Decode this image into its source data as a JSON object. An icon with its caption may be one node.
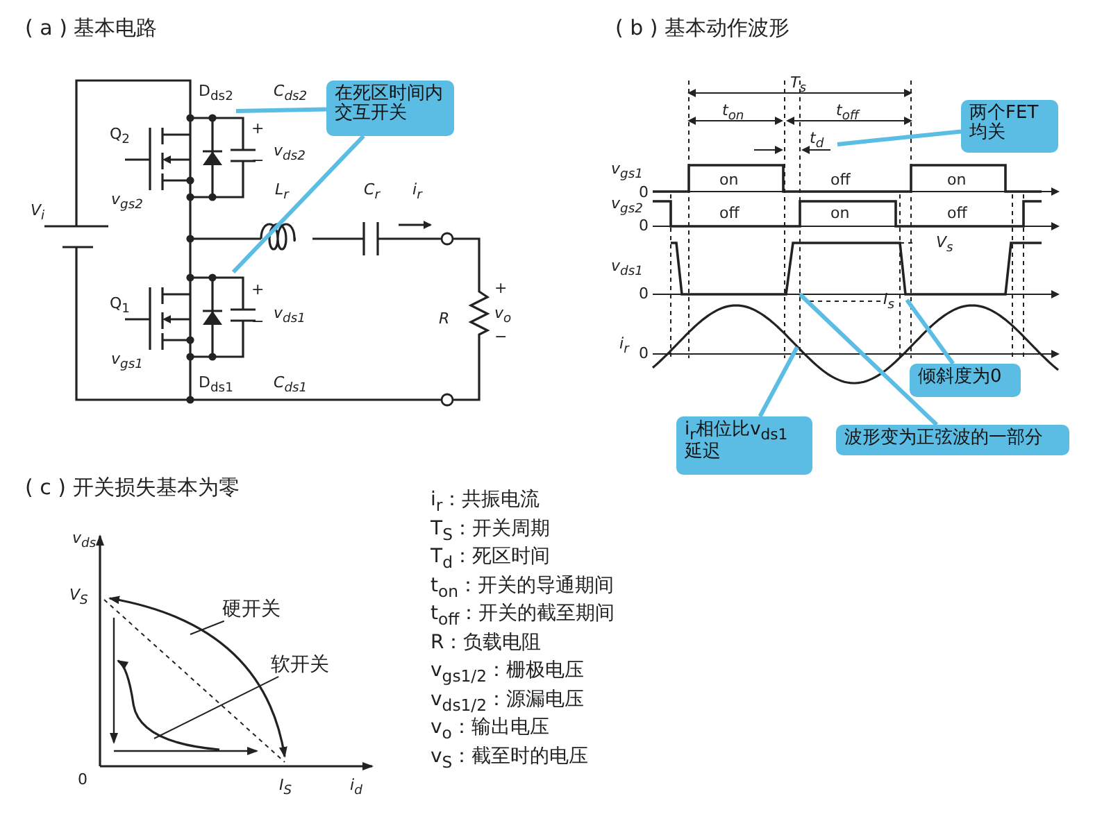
{
  "diagram": {
    "nodes": [
      {
        "text": [
          "在死区时间内交互开关"
        ]
      },
      {
        "text": [
          "两个FET均关"
        ]
      },
      {
        "text": [
          "倾斜度为0"
        ]
      },
      {
        "text": [
          "i$_{r}$相位比v$_{ds1}$延迟"
        ]
      },
      {
        "text": [
          "波形变为正弦波的一部分"
        ]
      },
      {
        "text": [
          "硬开关"
        ]
      },
      {
        "text": [
          "软开关"
        ]
      }
    ],
    "edges": [
      {
        "from": 0,
        "to": null,
        "arrow": "none"
      },
      {
        "from": 0,
        "to": null,
        "arrow": "none"
      },
      {
        "from": 1,
        "to": null,
        "arrow": "none"
      },
      {
        "from": 2,
        "to": null,
        "arrow": "none"
      },
      {
        "from": 3,
        "to": null,
        "arrow": "none"
      },
      {
        "from": 4,
        "to": null,
        "arrow": "none"
      },
      {
        "from": 5,
        "to": null,
        "arrow": "none",
        "color": "#222222"
      },
      {
        "from": 6,
        "to": null,
        "arrow": "none",
        "color": "#222222"
      }
    ],
    "labels": [
      "( a ) 基本电路",
      "D$_{ds2}$",
      "C$_{ds2}$",
      "Q$_{2}$",
      "+",
      "−",
      "v$_{ds2}$",
      "v$_{gs2}$",
      "V$_{i}$",
      "L$_{r}$",
      "C$_{r}$",
      "i$_{r}$",
      "Q$_{1}$",
      "+",
      "−",
      "v$_{ds1}$",
      "R",
      "+",
      "v$_{o}$",
      "−",
      "v$_{gs1}$",
      "D$_{ds1}$",
      "C$_{ds1}$",
      "( b ) 基本动作波形",
      "T$_{s}$",
      "t$_{on}$",
      "t$_{off}$",
      "t$_{d}$",
      "v$_{gs1}$",
      "0",
      "on",
      "off",
      "on",
      "v$_{gs2}$",
      "0",
      "off",
      "on",
      "off",
      "V$_{s}$",
      "v$_{ds1}$",
      "0",
      "I$_{s}$",
      "i$_{r}$",
      "0",
      "( c ) 开关损失基本为零",
      "v$_{ds}$",
      "V$_{S}$",
      "0",
      "I$_{S}$",
      "i$_{d}$",
      "i$_{r}$：共振电流",
      "T$_{S}$：开关周期",
      "T$_{d}$：死区时间",
      "t$_{on}$：开关的导通期间",
      "t$_{off}$：开关的截至期间",
      "R：负载电阻",
      "v$_{gs1/2}$：栅极电压",
      "v$_{ds1/2}$：源漏电压",
      "v$_{o}$：输出电压",
      "v$_{S}$：截至时的电压"
    ]
  }
}
